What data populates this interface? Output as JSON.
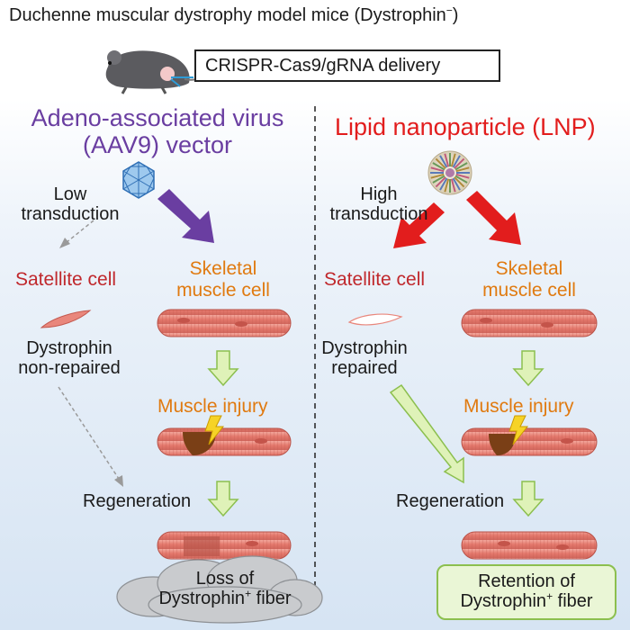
{
  "header": {
    "title_main": "Duchenne muscular dystrophy model mice (Dystrophin",
    "title_sup": "−",
    "title_close": ")",
    "delivery": "CRISPR-Cas9/gRNA delivery"
  },
  "left": {
    "vector_line1": "Adeno-associated virus",
    "vector_line2": "(AAV9) vector",
    "transduction_line1": "Low",
    "transduction_line2": "transduction",
    "satellite_label": "Satellite cell",
    "muscle_line1": "Skeletal",
    "muscle_line2": "muscle cell",
    "dystrophin_line1": "Dystrophin",
    "dystrophin_line2": "non-repaired",
    "injury_label": "Muscle injury",
    "regeneration_label": "Regeneration",
    "outcome_line1": "Loss of",
    "outcome_line2_main": "Dystrophin",
    "outcome_line2_sup": "+",
    "outcome_line2_end": " fiber"
  },
  "right": {
    "vector_label": "Lipid nanoparticle (LNP)",
    "transduction_line1": "High",
    "transduction_line2": "transduction",
    "satellite_label": "Satellite cell",
    "muscle_line1": "Skeletal",
    "muscle_line2": "muscle cell",
    "dystrophin_line1": "Dystrophin",
    "dystrophin_line2": "repaired",
    "injury_label": "Muscle injury",
    "regeneration_label": "Regeneration",
    "outcome_line1": "Retention of",
    "outcome_line2_main": "Dystrophin",
    "outcome_line2_sup": "+",
    "outcome_line2_end": " fiber"
  },
  "colors": {
    "aav_purple": "#6a3ea1",
    "lnp_red": "#e21d1d",
    "satellite_red": "#c0282c",
    "muscle_orange": "#e07a10",
    "muscle_fill": "#e9877c",
    "panel_blue": "#dfeaf6",
    "green_arrow": "#dff2b8"
  }
}
